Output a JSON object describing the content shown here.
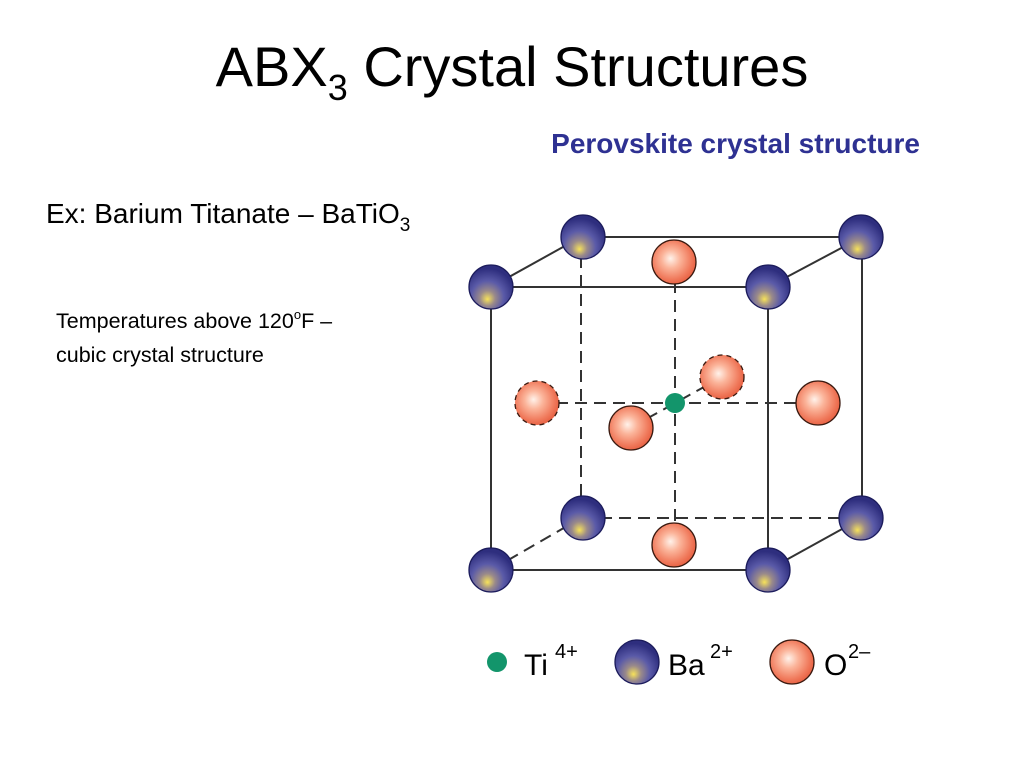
{
  "slide": {
    "title_main": "ABX",
    "title_sub": "3",
    "title_rest": " Crystal Structures",
    "subtitle": "Perovskite crystal structure",
    "example_prefix": "Ex:  Barium Titanate –  BaTiO",
    "example_sub": "3",
    "note_line1_pre": "Temperatures above 120",
    "note_line1_sup": "o",
    "note_line1_post": "F –",
    "note_line2": "cubic crystal structure"
  },
  "legend": [
    {
      "symbol": "Ti",
      "charge": "4+",
      "kind": "ti"
    },
    {
      "symbol": "Ba",
      "charge": "2+",
      "kind": "ba"
    },
    {
      "symbol": "O",
      "charge": "2–",
      "kind": "o"
    }
  ],
  "colors": {
    "subtitle": "#2e3192",
    "barium": "#3b3b8c",
    "oxygen": "#ef7358",
    "titanium": "#13956b",
    "edge": "#333333"
  }
}
